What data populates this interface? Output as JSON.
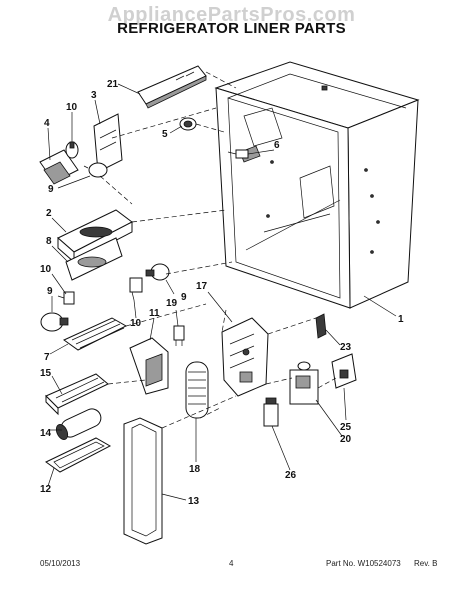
{
  "watermark": "AppliancePartsPros.com",
  "title": "REFRIGERATOR LINER PARTS",
  "footer": {
    "date": "05/10/2013",
    "page": "4",
    "part_no": "Part No. W10524073",
    "rev": "Rev. B"
  },
  "callouts": {
    "c21": "21",
    "c10a": "10",
    "c3": "3",
    "c4": "4",
    "c5": "5",
    "c6": "6",
    "c9a": "9",
    "c2": "2",
    "c8": "8",
    "c10b": "10",
    "c9b": "9",
    "c9c": "9",
    "c10c": "10",
    "c19": "19",
    "c11": "11",
    "c17": "17",
    "c1": "1",
    "c7": "7",
    "c23": "23",
    "c15": "15",
    "c25": "25",
    "c20": "20",
    "c14": "14",
    "c18": "18",
    "c26": "26",
    "c13": "13",
    "c12": "12"
  }
}
